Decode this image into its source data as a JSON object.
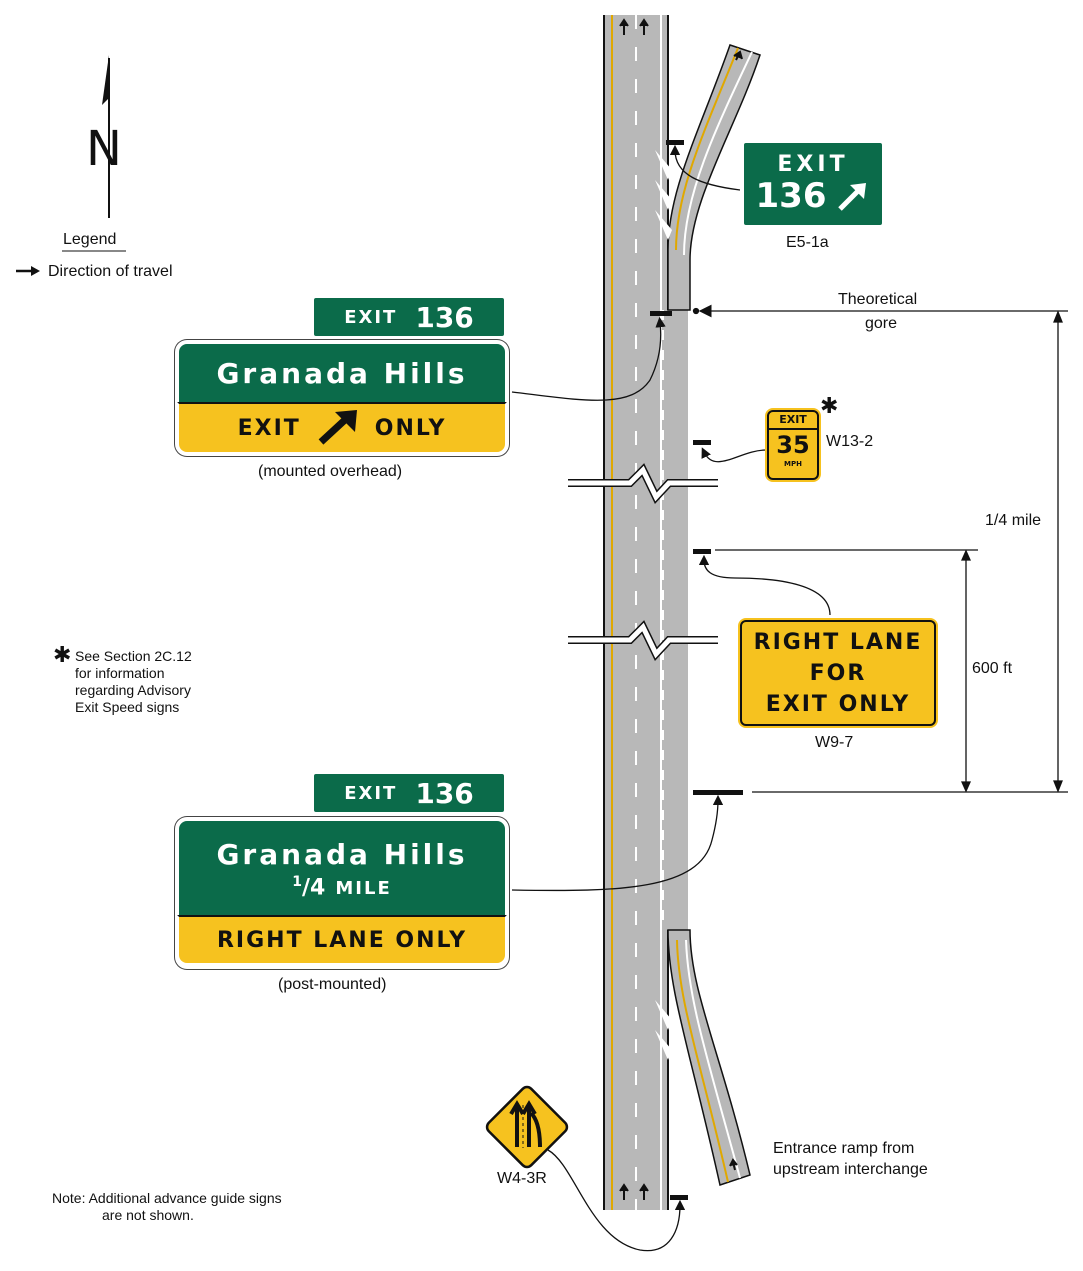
{
  "north_letter": "N",
  "legend": {
    "title": "Legend",
    "direction_label": "Direction of travel"
  },
  "note_asterisk": {
    "star": "✱",
    "lines": [
      "See Section 2C.12",
      "for information",
      "regarding Advisory",
      "Exit Speed signs"
    ]
  },
  "note_bottom": {
    "line1": "Note:  Additional advance guide signs",
    "line2": "are not shown."
  },
  "sign_e51a": {
    "word": "EXIT",
    "number": "136",
    "code": "E5-1a"
  },
  "sign_overhead": {
    "plaque_word": "EXIT",
    "plaque_number": "136",
    "destination": "Granada Hills",
    "panel_left": "EXIT",
    "panel_right": "ONLY",
    "caption": "(mounted overhead)"
  },
  "sign_w132": {
    "top": "EXIT",
    "speed": "35",
    "unit": "MPH",
    "code": "W13-2",
    "star": "✱"
  },
  "sign_w97": {
    "line1": "RIGHT LANE",
    "line2": "FOR",
    "line3": "EXIT ONLY",
    "code": "W9-7"
  },
  "sign_post": {
    "plaque_word": "EXIT",
    "plaque_number": "136",
    "destination": "Granada Hills",
    "distance_num": "1",
    "distance_den": "4",
    "distance_word": "MILE",
    "panel": "RIGHT LANE ONLY",
    "caption": "(post-mounted)"
  },
  "sign_w43r": {
    "code": "W4-3R"
  },
  "labels": {
    "theoretical": "Theoretical",
    "gore": "gore",
    "quarter_mile": "1/4 mile",
    "six_hundred": "600 ft",
    "entrance1": "Entrance ramp from",
    "entrance2": "upstream interchange"
  },
  "colors": {
    "guide_green": "#0b6b4a",
    "warning_yellow": "#f6c21f",
    "pavement": "#b8b8b8",
    "center_line": "#e0a800"
  }
}
